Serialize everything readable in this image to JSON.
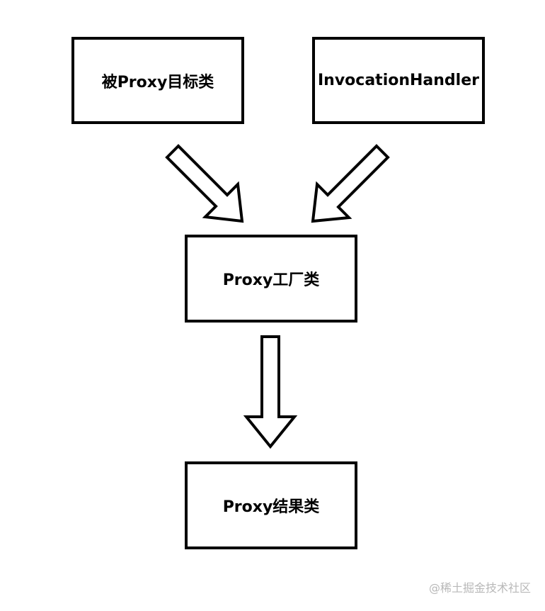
{
  "diagram": {
    "nodes": {
      "target": {
        "label": "被Proxy目标类"
      },
      "handler": {
        "label": "InvocationHandler"
      },
      "factory": {
        "label": "Proxy工厂类"
      },
      "result": {
        "label": "Proxy结果类"
      }
    },
    "edges": [
      {
        "from": "被Proxy目标类",
        "to": "Proxy工厂类"
      },
      {
        "from": "InvocationHandler",
        "to": "Proxy工厂类"
      },
      {
        "from": "Proxy工厂类",
        "to": "Proxy结果类"
      }
    ]
  },
  "watermark": {
    "text": "@稀土掘金技术社区"
  },
  "colors": {
    "stroke": "#000000",
    "fill": "#ffffff",
    "watermark": "#b8b8b8"
  }
}
